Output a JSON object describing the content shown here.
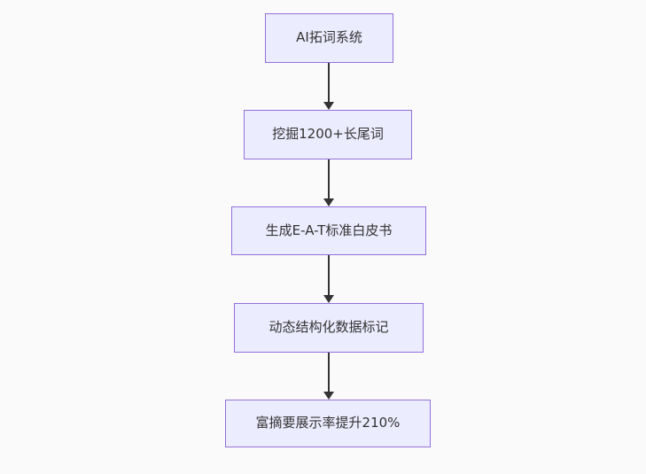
{
  "canvas": {
    "background_color": "#fafafa"
  },
  "flowchart": {
    "type": "flowchart",
    "direction": "top-down",
    "style": {
      "node_fill": "#ECECFF",
      "node_border": "#9370DB",
      "edge_color": "#333333",
      "text_color": "#333333"
    },
    "nodes": [
      {
        "id": "n1",
        "label": "AI拓词系统"
      },
      {
        "id": "n2",
        "label": "挖掘1200+长尾词"
      },
      {
        "id": "n3",
        "label": "生成E-A-T标准白皮书"
      },
      {
        "id": "n4",
        "label": "动态结构化数据标记"
      },
      {
        "id": "n5",
        "label": "富摘要展示率提升210%"
      }
    ],
    "edges": [
      {
        "from": "n1",
        "to": "n2"
      },
      {
        "from": "n2",
        "to": "n3"
      },
      {
        "from": "n3",
        "to": "n4"
      },
      {
        "from": "n4",
        "to": "n5"
      }
    ]
  }
}
